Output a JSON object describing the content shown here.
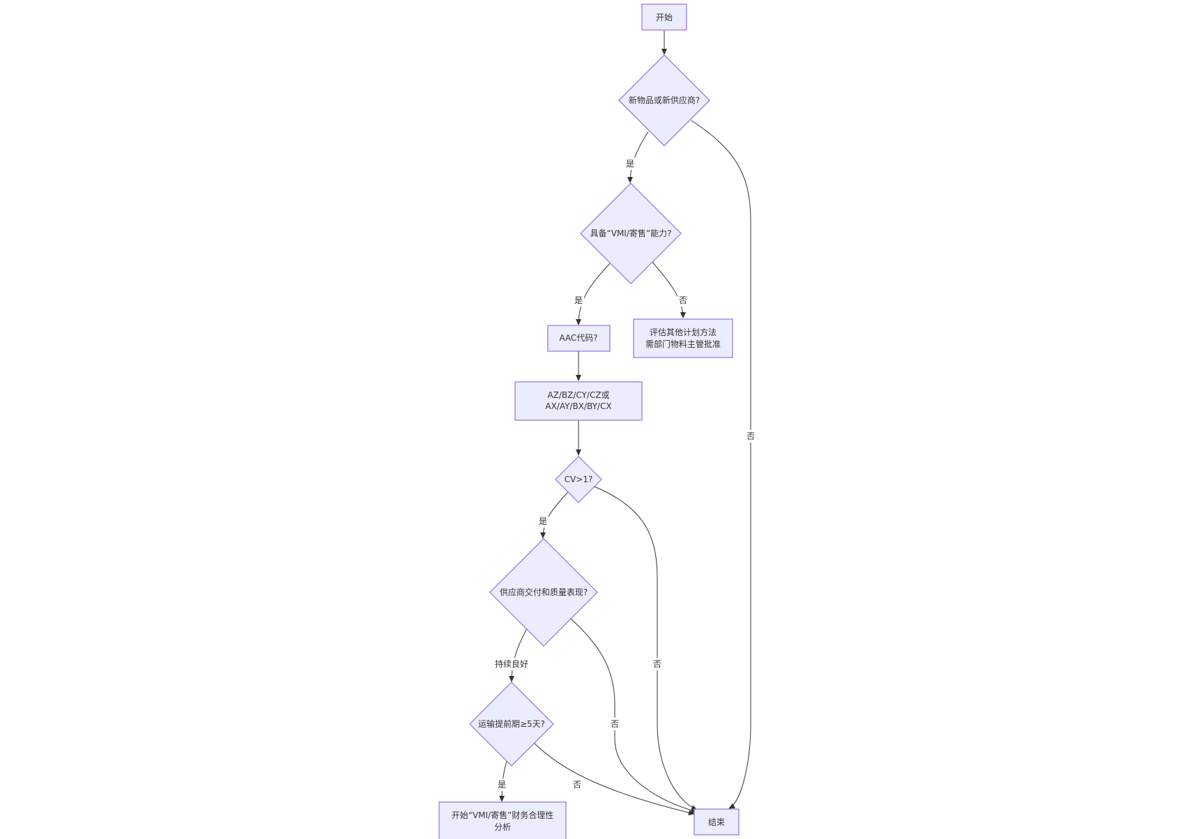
{
  "colors": {
    "node_fill": "#ECECFF",
    "node_stroke": "#9370DB",
    "edge": "#333333",
    "text": "#333333",
    "background": "#ffffff"
  },
  "nodes": {
    "start": "开始",
    "new_item": "新物品或新供应商?",
    "vmi_capable": "具备“VMI/寄售”能力?",
    "evaluate": [
      "评估其他计划方法",
      "需部门物料主管批准"
    ],
    "aac_code": "AAC代码?",
    "aac_classes": [
      "AZ/BZ/CY/CZ或",
      "AX/AY/BX/BY/CX"
    ],
    "cv": "CV>1?",
    "supplier_perf": "供应商交付和质量表现?",
    "lead_time": "运输提前期≥5天?",
    "financial": [
      "开始“VMI/寄售”财务合理性",
      "分析"
    ],
    "end": "结束"
  },
  "edge_labels": {
    "new_item_yes": "是",
    "new_item_no": "否",
    "vmi_yes": "是",
    "vmi_no": "否",
    "cv_yes": "是",
    "cv_no": "否",
    "perf_good": "持续良好",
    "perf_no": "否",
    "lead_yes": "是",
    "lead_no": "否"
  }
}
